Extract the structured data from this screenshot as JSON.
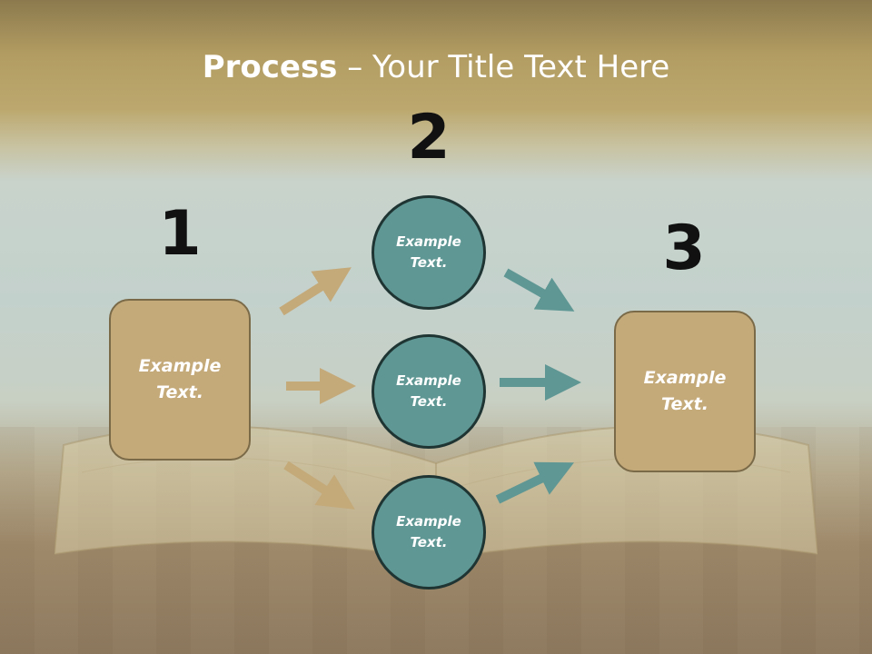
{
  "title": {
    "strong": "Process",
    "rest": " – Your Title Text Here"
  },
  "steps": [
    {
      "number": "1",
      "text": "Example Text."
    },
    {
      "number": "2",
      "text": "Example Text."
    },
    {
      "number": "3",
      "text": "Example Text."
    }
  ],
  "middle_items": [
    {
      "text": "Example Text."
    },
    {
      "text": "Example Text."
    },
    {
      "text": "Example Text."
    }
  ],
  "colors": {
    "box_fill": "#c4a979",
    "circle_fill": "#5f9794",
    "tan_arrow": "#c4a979",
    "teal_arrow": "#5f9794"
  }
}
